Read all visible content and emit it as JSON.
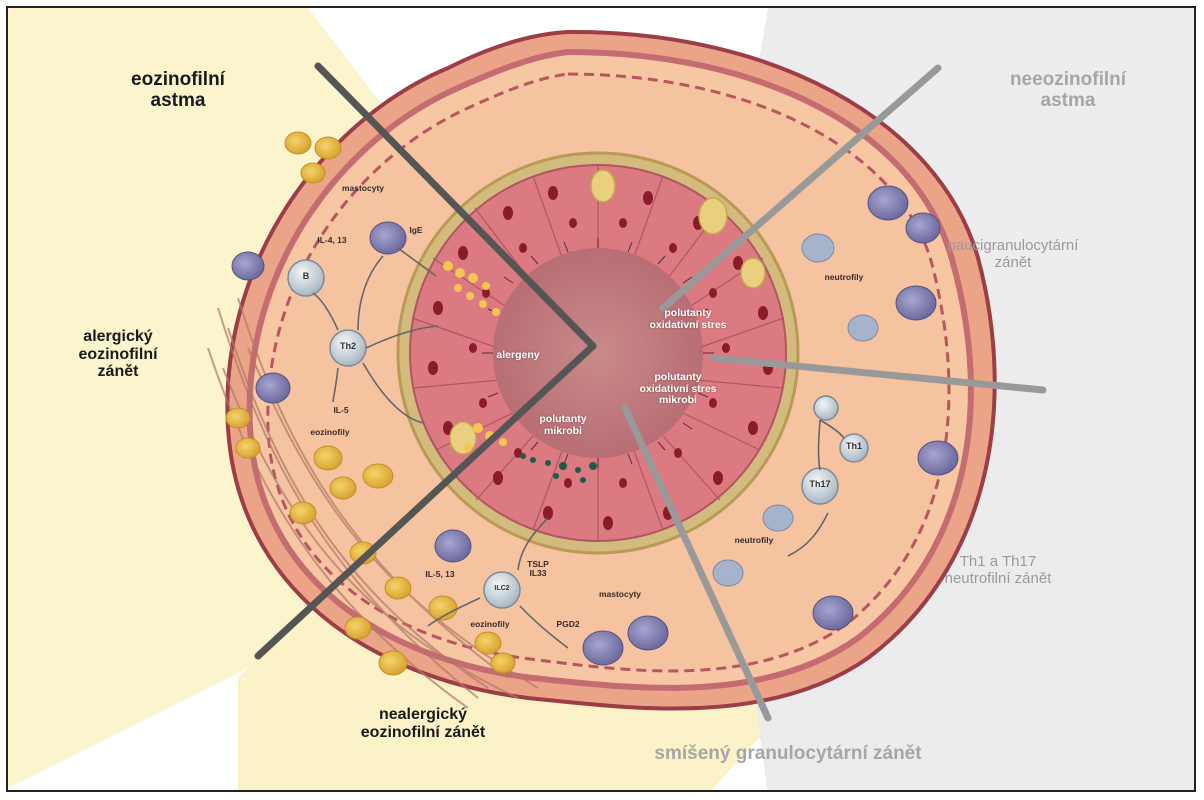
{
  "sectors": {
    "eosinophilic": "eozinofilní\nastma",
    "non_eosinophilic": "neeozinofilní\nastma",
    "allergic": "alergický\neozinofilní\nzánět",
    "non_allergic": "nealergický\neozinofilní zánět",
    "paucigranulocytic": "paucigranulocytární\nzánět",
    "th1_th17": "Th1 a Th17\nneutrofilní zánět",
    "mixed": "smíšený granulocytární zánět"
  },
  "center_labels": {
    "allergens": "alergeny",
    "pollutants_microbes": "polutanty\nmikrobi",
    "pollutants_oxidative": "polutanty\noxidativní stres",
    "pollutants_oxidative_microbes": "polutanty\noxidativní stres\nmikrobi"
  },
  "small_labels": {
    "mast_cells_top": "mastocyty",
    "il4_il13_top": "IL-4, 13",
    "ige": "IgE",
    "il5": "IL-5",
    "eosinophils_left": "eozinofily",
    "neutrophils_right": "neutrofily",
    "neutrophils_bottom": "neutrofily",
    "tslp": "TSLP\nIL33",
    "il5_il13_bottom": "IL-5, 13",
    "eosinophils_bottom": "eozinofily",
    "pgd2": "PGD2",
    "mast_cells_bottom": "mastocyty"
  },
  "cells": {
    "b_cell": "B",
    "th2": "Th2",
    "th1": "Th1",
    "th17": "Th17",
    "ilc2": "ILC2"
  }
}
